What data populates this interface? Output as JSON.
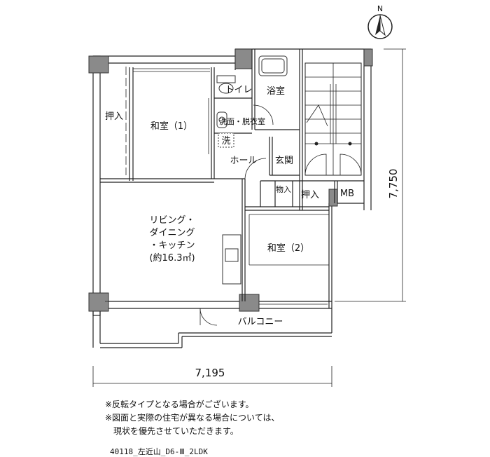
{
  "compass": {
    "north": "N"
  },
  "rooms": {
    "washitsu1": "和室（1）",
    "oshiire_top": "押入",
    "toilet": "トイレ",
    "bath": "浴室",
    "washroom": "洗面・脱衣室",
    "washer": "洗",
    "hall": "ホール",
    "genkan": "玄関",
    "monoire": "物入",
    "oshiire_mid": "押入",
    "mb": "MB",
    "ldk_line1": "リビング・",
    "ldk_line2": "ダイニング",
    "ldk_line3": "・キッチン",
    "ldk_line4": "(約16.3㎡)",
    "washitsu2": "和室（2）",
    "balcony": "バルコニー"
  },
  "dimensions": {
    "width": "7,195",
    "height": "7,750"
  },
  "notes": [
    "※反転タイプとなる場合がございます。",
    "※図面と実際の住宅が異なる場合については、",
    "　現状を優先させていただきます。"
  ],
  "plan_code": "40118_左近山_D6-Ⅲ_2LDK"
}
